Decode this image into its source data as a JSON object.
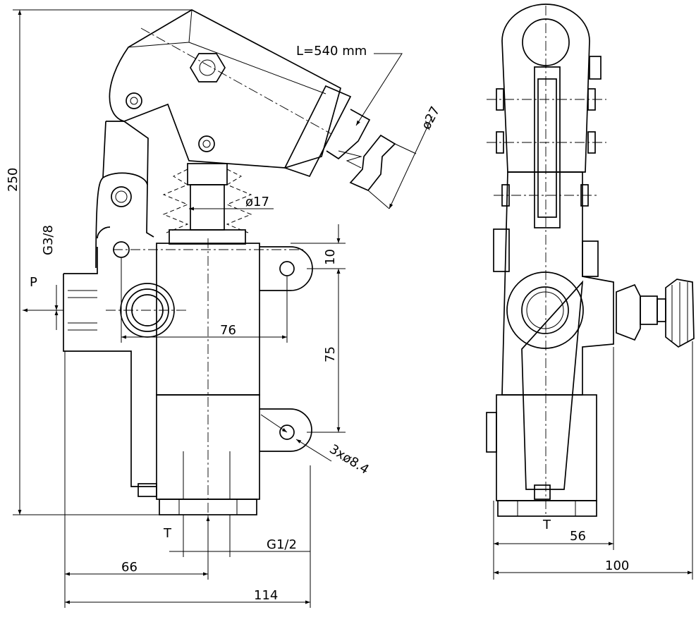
{
  "front_view": {
    "lever_length": "L=540 mm",
    "rod_diameter": "ø17",
    "handle_diameter": "ø27",
    "height_total": "250",
    "pressure_port_thread": "G3/8",
    "pressure_port_label": "P",
    "mount_offset_top": "10",
    "mount_spacing_vertical": "75",
    "mount_spacing_horizontal": "76",
    "mount_holes": "3xø8.4",
    "tank_port_label": "T",
    "tank_port_thread": "G1/2",
    "offset_66": "66",
    "width_114": "114"
  },
  "side_view": {
    "tank_port_label": "T",
    "width_56": "56",
    "width_100": "100"
  }
}
